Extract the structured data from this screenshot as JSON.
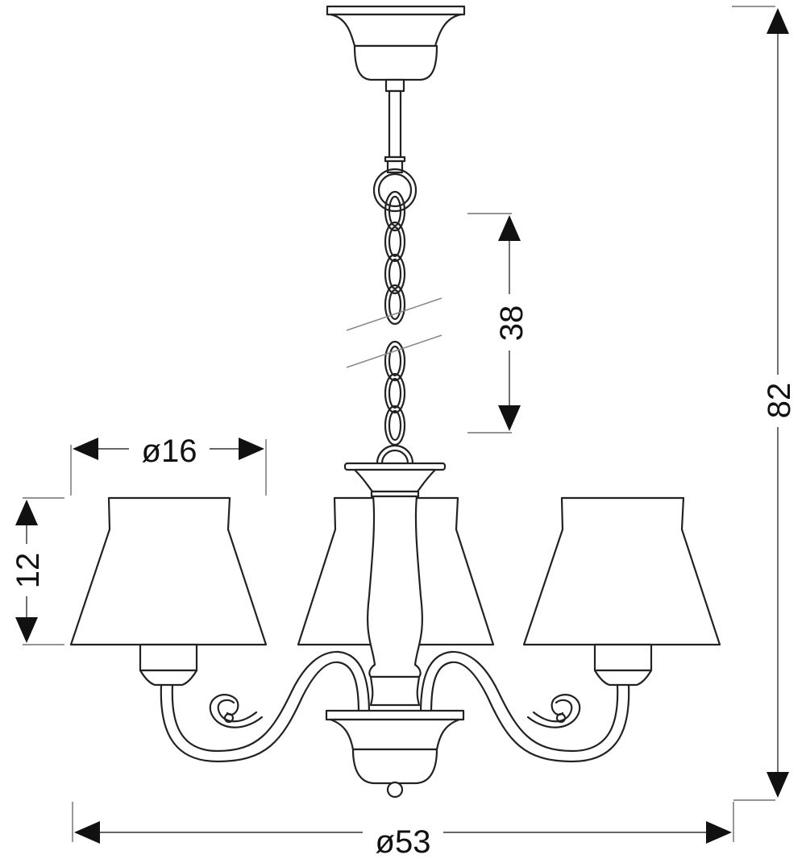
{
  "title": "Chandelier dimension drawing",
  "dimensions": {
    "total_height": {
      "label": "82"
    },
    "chain_length": {
      "label": "38"
    },
    "shade_diameter": {
      "label": "ø16"
    },
    "shade_height": {
      "label": "12"
    },
    "total_diameter": {
      "label": "ø53"
    }
  },
  "colors": {
    "line": "#222222",
    "background": "#ffffff"
  }
}
